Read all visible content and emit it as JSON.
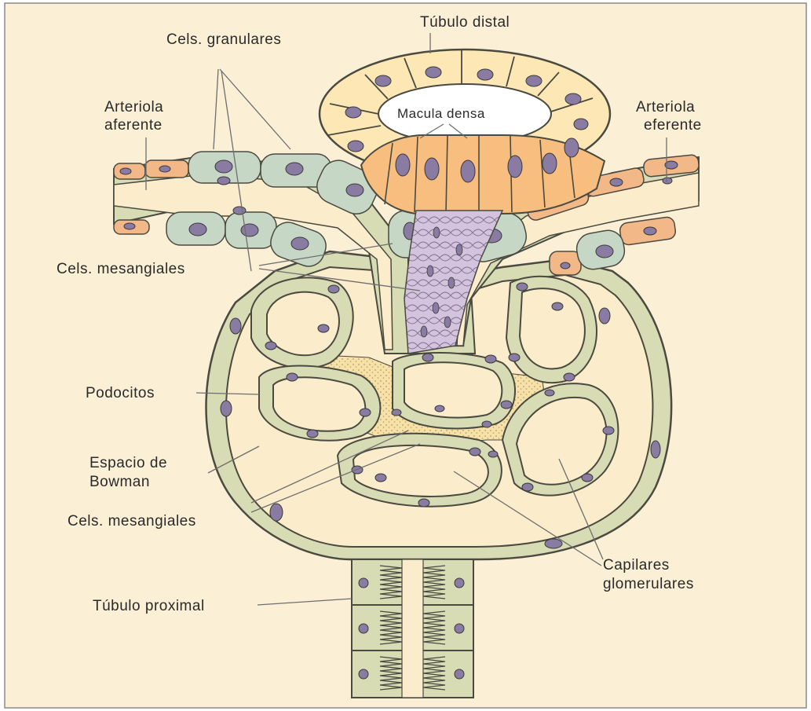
{
  "labels": {
    "tubulo_distal": "Túbulo distal",
    "cels_granulares": "Cels. granulares",
    "arteriola_aferente_1": "Arteriola",
    "arteriola_aferente_2": "aferente",
    "macula_densa": "Macula densa",
    "arteriola_eferente_1": "Arteriola",
    "arteriola_eferente_2": "eferente",
    "cels_mesangiales_top": "Cels. mesangiales",
    "podocitos": "Podocitos",
    "espacio_1": "Espacio de",
    "espacio_2": "Bowman",
    "cels_mesangiales_bottom": "Cels. mesangiales",
    "capilares_1": "Capilares",
    "capilares_2": "glomerulares",
    "tubulo_proximal": "Túbulo proximal"
  },
  "colors": {
    "background": "#fbf0d6",
    "border": "#8a8a8a",
    "capsule_wall": "#d8dcb4",
    "bowman_space": "#fbeccb",
    "distal_cells": "#fde8b5",
    "macula_cells": "#f7be7f",
    "granular_cells": "#c7d7c6",
    "arteriole_wall": "#f3b888",
    "mesangial": "#cbbad3",
    "mesangial_dots": "#f5dfa6",
    "nucleus": "#8a7ba3",
    "outline": "#4a4a40"
  }
}
